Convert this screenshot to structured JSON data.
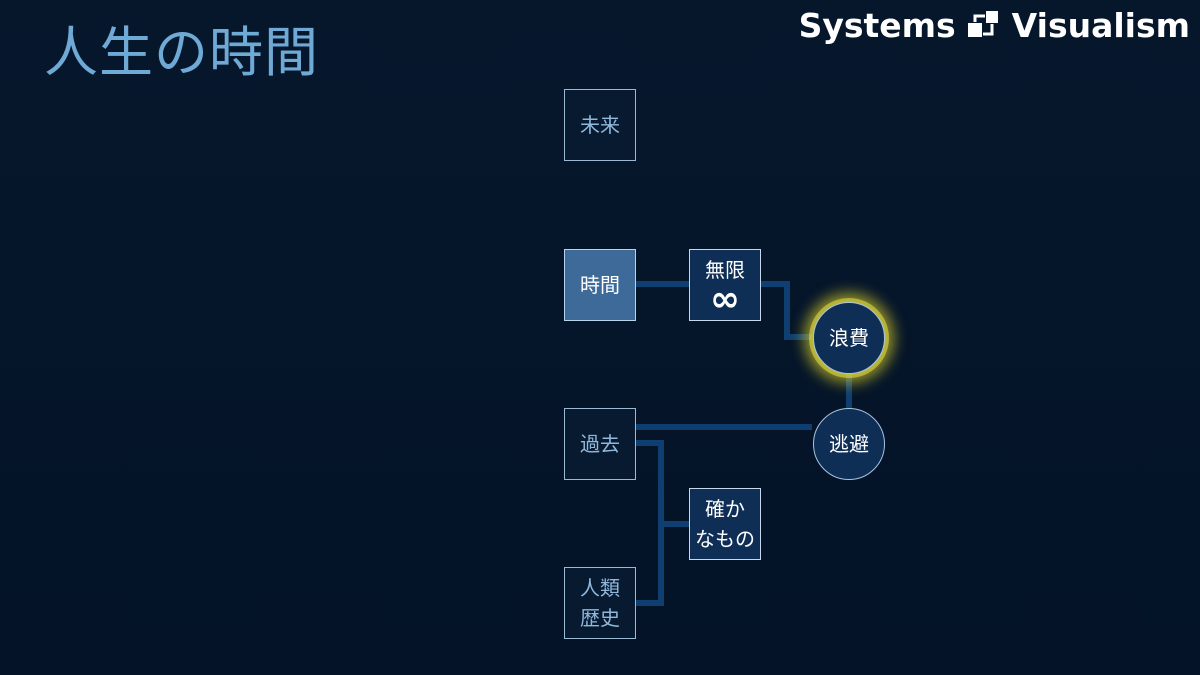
{
  "title": "人生の時間",
  "brand": {
    "left": "Systems",
    "right": "Visualism",
    "logo_icon": "systems-visualism-logo-icon"
  },
  "nodes": {
    "future": "未来",
    "time": "時間",
    "infinite": {
      "label": "無限",
      "symbol": "∞"
    },
    "waste": "浪費",
    "escape": "逃避",
    "past": "過去",
    "certain": {
      "line1": "確か",
      "line2": "なもの"
    },
    "history": {
      "line1": "人類",
      "line2": "歴史"
    }
  },
  "colors": {
    "background": "#05152a",
    "title": "#6fa9d6",
    "connector": "#0f3e70",
    "highlight_glow": "#e2d628",
    "active_box": "#3d6a99"
  }
}
